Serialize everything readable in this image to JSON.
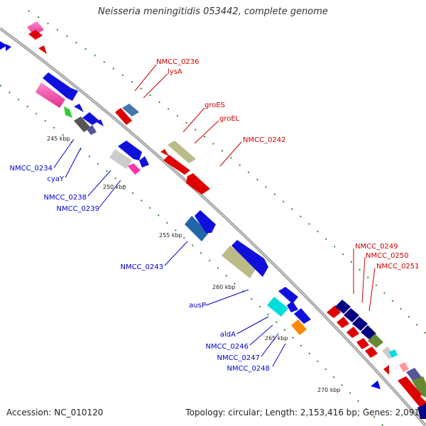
{
  "title": "Neisseria meningitidis 053442, complete genome",
  "footer": {
    "accession": "Accession: NC_010120",
    "stats": "Topology: circular; Length: 2,153,416 bp; Genes: 2,091"
  },
  "colors": {
    "backbone": "#9a9a9a",
    "forward_label": "#cc0000",
    "reverse_label": "#0000cc",
    "gc_tick": "#2a8a2a"
  },
  "ticks": [
    "245 kbp",
    "250 kbp",
    "255 kbp",
    "260 kbp",
    "265 kbp",
    "270 kbp"
  ],
  "forward_labels": [
    "NMCC_0236",
    "lysA",
    "groES",
    "groEL",
    "NMCC_0242",
    "NMCC_0249",
    "NMCC_0250",
    "NMCC_0251"
  ],
  "reverse_labels": [
    "NMCC_0234",
    "cyaY",
    "NMCC_0238",
    "NMCC_0239",
    "NMCC_0243",
    "ausP",
    "aldA",
    "NMCC_0246",
    "NMCC_0247",
    "NMCC_0248"
  ]
}
